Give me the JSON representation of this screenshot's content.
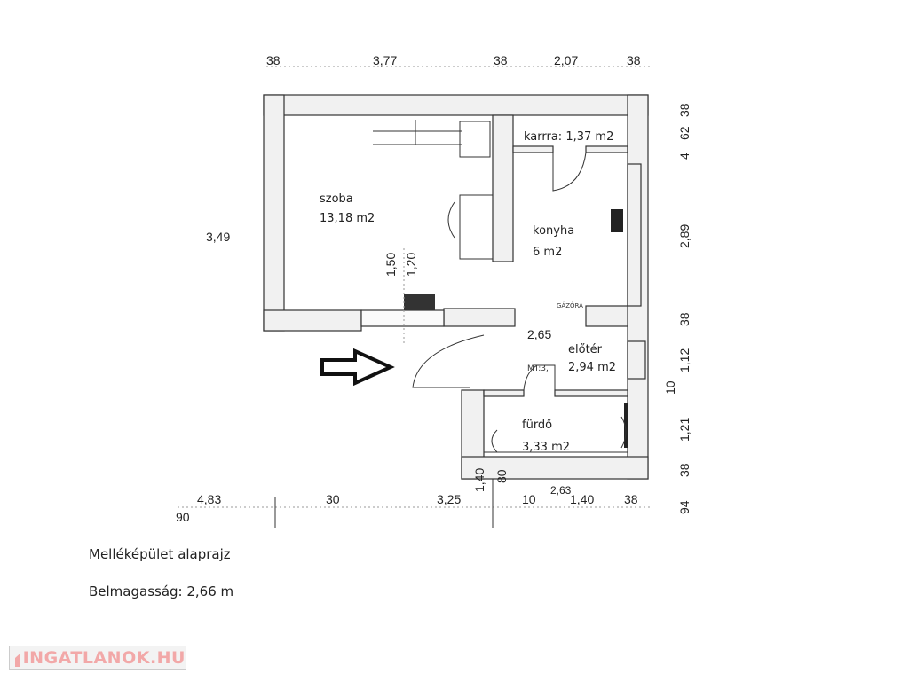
{
  "dimensions": {
    "top": [
      "38",
      "3,77",
      "38",
      "2,07",
      "38"
    ],
    "left": "3,49",
    "right": [
      "38",
      "62",
      "4",
      "2,89",
      "38",
      "1,12",
      "10",
      "1,21",
      "38",
      "94"
    ],
    "bottom": [
      "4,83",
      "30",
      "3,25",
      "10",
      "2,63",
      "1,40",
      "38",
      "90"
    ],
    "inner": [
      "1,50",
      "1,20",
      "2,65",
      "1,40",
      "80"
    ]
  },
  "rooms": {
    "szoba": {
      "name": "szoba",
      "area": "13,18 m2"
    },
    "kamra": {
      "name": "karrra: 1,37 m2"
    },
    "konyha": {
      "name": "konyha",
      "area": "6 m2"
    },
    "eloter": {
      "name": "előtér",
      "area": "2,94 m2",
      "note": "MT:3,"
    },
    "furdo": {
      "name": "fürdő",
      "area": "3,33 m2"
    },
    "gazora": "GÁZÓRA"
  },
  "caption": {
    "title": "Melléképület alaprajz",
    "height": "Belmagasság: 2,66 m"
  },
  "logo": {
    "text": "INGATLANOK.HU",
    "color": "#f2a8a8"
  }
}
